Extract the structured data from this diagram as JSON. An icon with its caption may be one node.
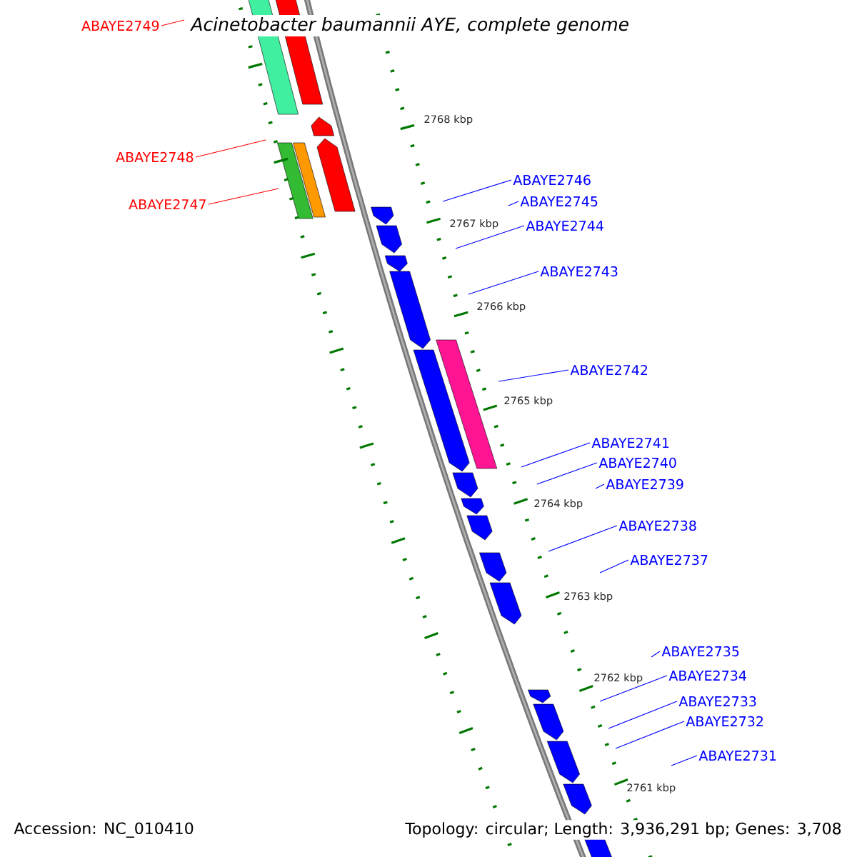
{
  "diagram": {
    "title": "Acinetobacter baumannii AYE, complete genome",
    "nodes": [
      {
        "text": [
          "ABAYE2749"
        ]
      },
      {
        "text": [
          "ABAYE2748"
        ]
      },
      {
        "text": [
          "ABAYE2747"
        ]
      },
      {
        "text": [
          "ABAYE2746"
        ]
      },
      {
        "text": [
          "ABAYE2745"
        ]
      },
      {
        "text": [
          "ABAYE2744"
        ]
      },
      {
        "text": [
          "ABAYE2743"
        ]
      },
      {
        "text": [
          "ABAYE2742"
        ]
      },
      {
        "text": [
          "ABAYE2741"
        ]
      },
      {
        "text": [
          "ABAYE2740"
        ]
      },
      {
        "text": [
          "ABAYE2739"
        ]
      },
      {
        "text": [
          "ABAYE2738"
        ]
      },
      {
        "text": [
          "ABAYE2737"
        ]
      },
      {
        "text": [
          "ABAYE2735"
        ]
      },
      {
        "text": [
          "ABAYE2734"
        ]
      },
      {
        "text": [
          "ABAYE2733"
        ]
      },
      {
        "text": [
          "ABAYE2732"
        ]
      },
      {
        "text": [
          "ABAYE2731"
        ]
      }
    ],
    "edges": [
      {
        "from": 0,
        "to": null,
        "arrow": "none",
        "color": "#ff0000"
      },
      {
        "from": 1,
        "to": null,
        "arrow": "none",
        "color": "#ff0000"
      },
      {
        "from": 2,
        "to": null,
        "arrow": "none",
        "color": "#ff0000"
      },
      {
        "from": 3,
        "to": null,
        "arrow": "none"
      },
      {
        "from": 4,
        "to": null,
        "arrow": "none"
      },
      {
        "from": 5,
        "to": null,
        "arrow": "none"
      },
      {
        "from": 6,
        "to": null,
        "arrow": "none"
      },
      {
        "from": 7,
        "to": null,
        "arrow": "none"
      },
      {
        "from": 8,
        "to": null,
        "arrow": "none"
      },
      {
        "from": 9,
        "to": null,
        "arrow": "none"
      },
      {
        "from": 10,
        "to": null,
        "arrow": "none"
      },
      {
        "from": 11,
        "to": null,
        "arrow": "none"
      },
      {
        "from": 12,
        "to": null,
        "arrow": "none"
      },
      {
        "from": 13,
        "to": null,
        "arrow": "none"
      },
      {
        "from": 14,
        "to": null,
        "arrow": "none"
      },
      {
        "from": 15,
        "to": null,
        "arrow": "none"
      },
      {
        "from": 16,
        "to": null,
        "arrow": "none"
      },
      {
        "from": 17,
        "to": null,
        "arrow": "none"
      }
    ],
    "labels": [
      "2768 kbp",
      "2767 kbp",
      "2766 kbp",
      "2765 kbp",
      "2764 kbp",
      "2763 kbp",
      "2762 kbp",
      "2761 kbp",
      "Accession: NC_010410",
      "Topology: circular; Length: 3,936,291 bp; Genes: 3,708"
    ]
  }
}
